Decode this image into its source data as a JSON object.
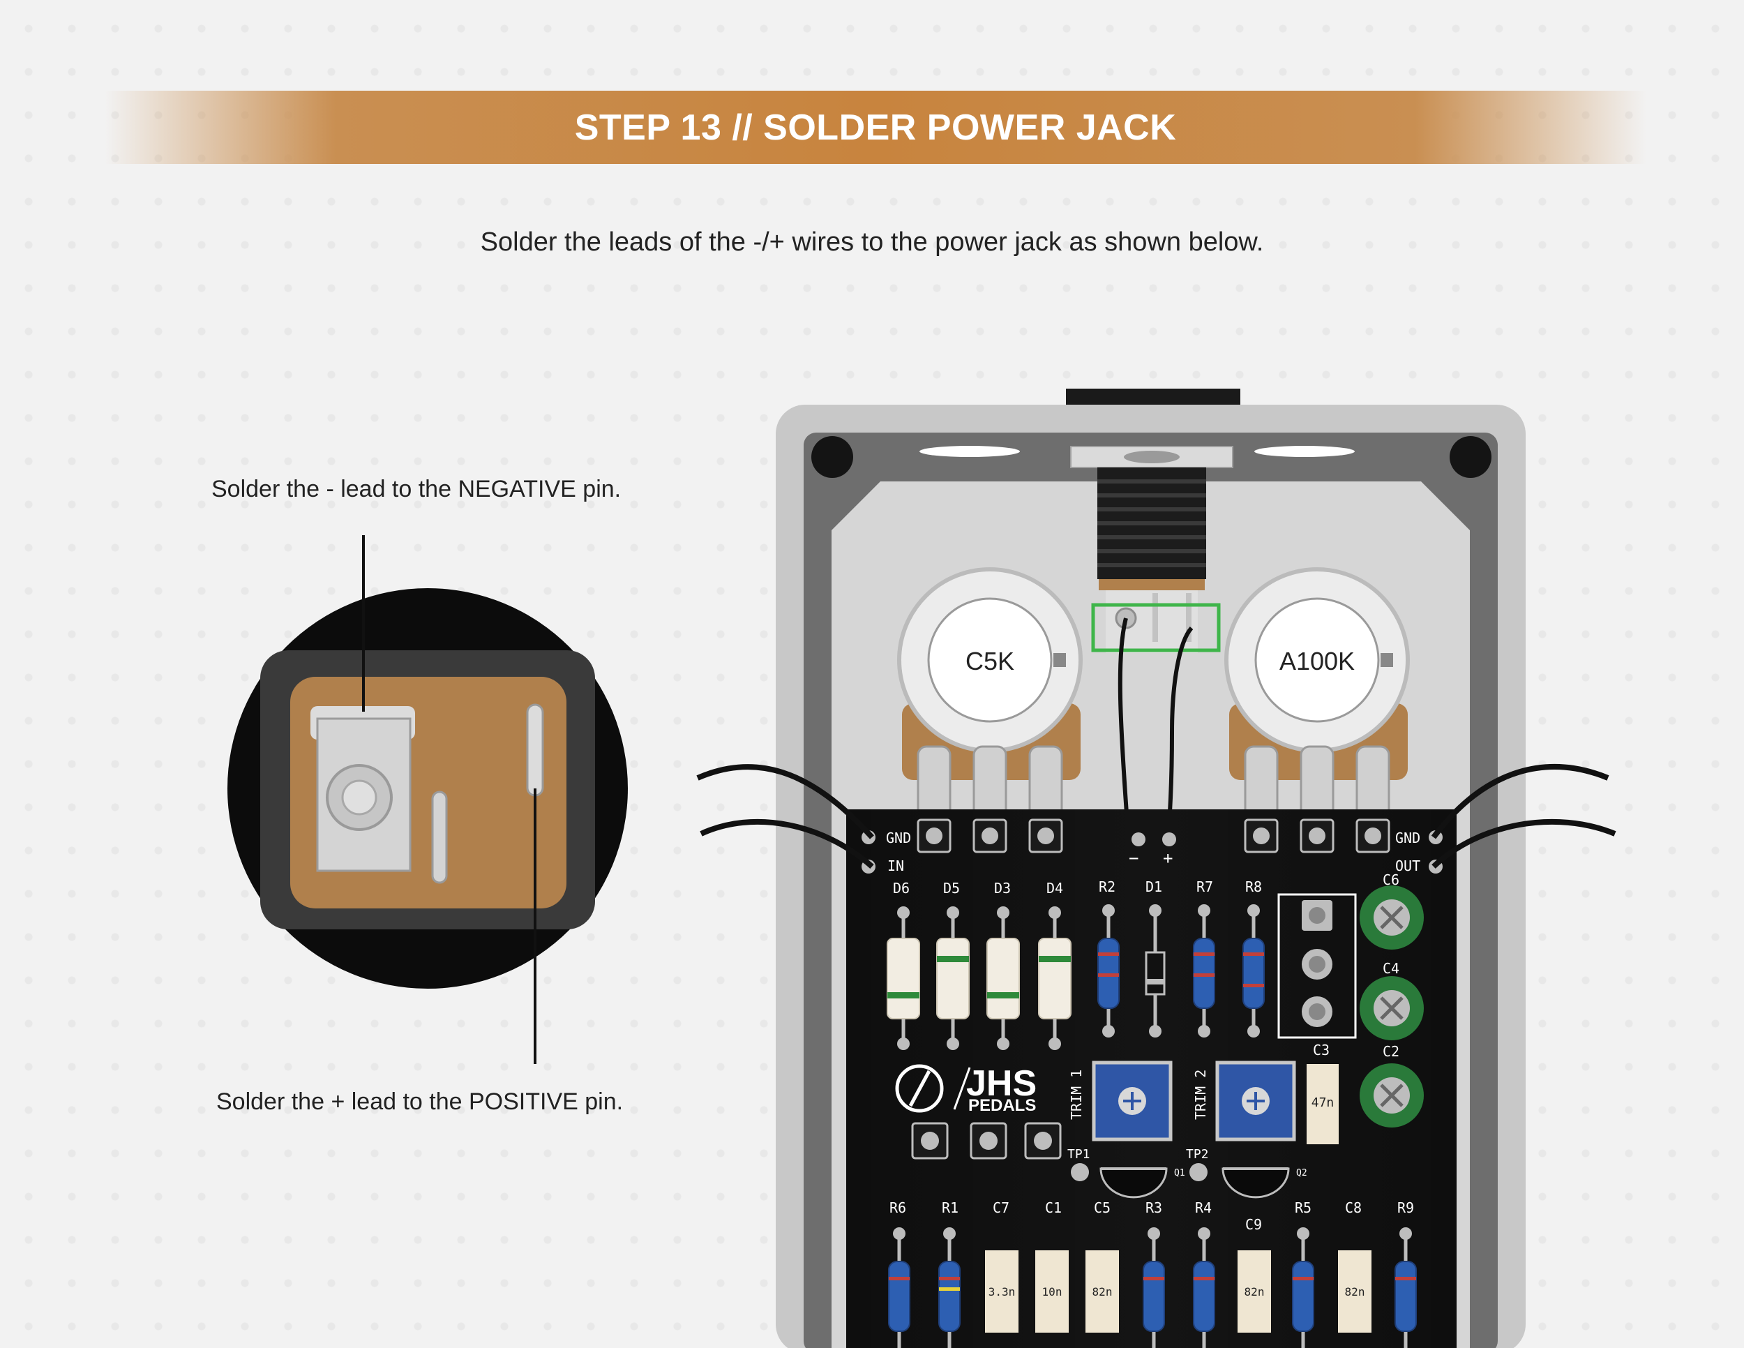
{
  "header": {
    "title": "STEP 13 // SOLDER POWER JACK"
  },
  "instruction": "Solder the leads of the -/+ wires to the power jack as shown below.",
  "callouts": {
    "negative": "Solder the - lead to the NEGATIVE pin.",
    "positive": "Solder the + lead to the POSITIVE pin."
  },
  "colors": {
    "banner": "#c8843e",
    "pcb": "#141414",
    "enclosure": "#6e6e6e",
    "jack_body": "#b0804c",
    "highlight": "#3fb54a",
    "trimmer": "#2f56a6"
  },
  "board": {
    "pots": [
      {
        "label": "C5K"
      },
      {
        "label": "A100K"
      }
    ],
    "power_labels": {
      "minus": "−",
      "plus": "+"
    },
    "pin_labels": {
      "gnd_left": "GND",
      "in": "IN",
      "gnd_right": "GND",
      "out": "OUT"
    },
    "top_labels": [
      "D6",
      "D5",
      "D3",
      "D4",
      "R2",
      "D1",
      "R7",
      "R8"
    ],
    "cap_labels": {
      "c6": "C6",
      "c4": "C4",
      "c3": "C3",
      "c2": "C2",
      "c3_value": "47n"
    },
    "trim_labels": [
      "TRIM 1",
      "TRIM 2"
    ],
    "tp_labels": [
      "TP1",
      "TP2"
    ],
    "q_labels": [
      "Q1",
      "Q2"
    ],
    "logo": {
      "brand": "JHS",
      "sub": "PEDALS"
    },
    "bottom_labels": [
      "R6",
      "R1",
      "C7",
      "C1",
      "C5",
      "R3",
      "R4",
      "R5",
      "C8",
      "R9"
    ],
    "c9_label": "C9",
    "bottom_cap_values": [
      "3.3n",
      "10n",
      "82n",
      "82n",
      "82n"
    ]
  }
}
